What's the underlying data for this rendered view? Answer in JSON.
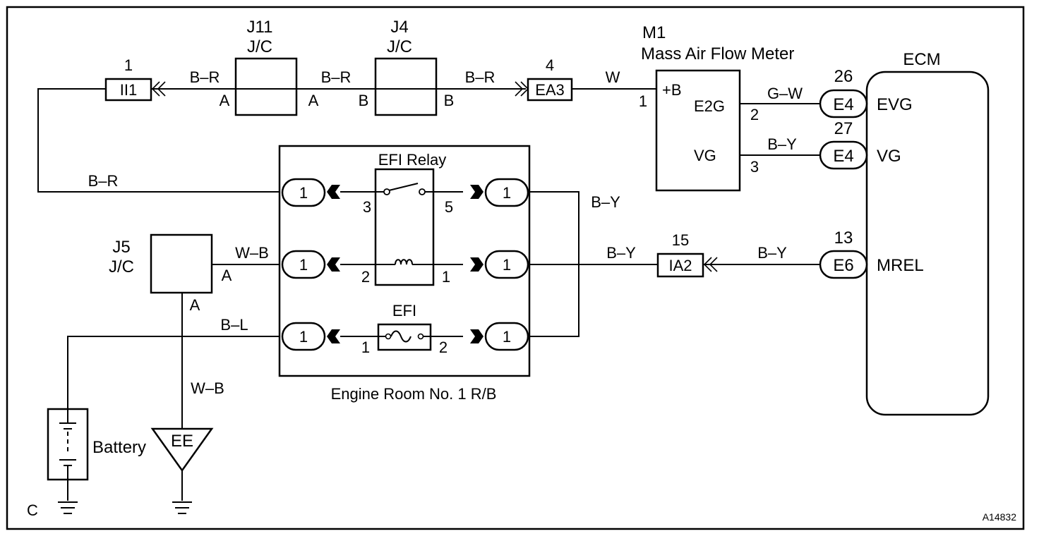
{
  "components": {
    "j11": {
      "id": "J11",
      "type": "J/C"
    },
    "j4": {
      "id": "J4",
      "type": "J/C"
    },
    "j5": {
      "id": "J5",
      "type": "J/C"
    },
    "m1": {
      "id": "M1",
      "name": "Mass Air Flow Meter"
    },
    "ecm": {
      "name": "ECM"
    },
    "relay_block": {
      "name": "Engine Room No. 1 R/B"
    },
    "efi_relay": {
      "name": "EFI Relay"
    },
    "efi_fuse": {
      "name": "EFI"
    },
    "battery": {
      "name": "Battery"
    },
    "ground_ee": {
      "name": "EE"
    }
  },
  "connectors": {
    "ii1": {
      "name": "II1",
      "pin": "1"
    },
    "ea3": {
      "name": "EA3",
      "pin": "4"
    },
    "ia2": {
      "name": "IA2",
      "pin": "15"
    },
    "e4_evg": {
      "name": "E4",
      "pin": "26",
      "signal": "EVG"
    },
    "e4_vg": {
      "name": "E4",
      "pin": "27",
      "signal": "VG"
    },
    "e6_mrel": {
      "name": "E6",
      "pin": "13",
      "signal": "MREL"
    },
    "rb_pin": "1"
  },
  "m1_terminals": {
    "plus_b": "+B",
    "e2g": "E2G",
    "vg": "VG",
    "pin1": "1",
    "pin2": "2",
    "pin3": "3"
  },
  "relay_pins": {
    "p3": "3",
    "p5": "5",
    "p2": "2",
    "p1": "1"
  },
  "fuse_pins": {
    "p1": "1",
    "p2": "2"
  },
  "jc_terminals": {
    "a": "A",
    "b": "B"
  },
  "wire_colors": {
    "b_r": "B–R",
    "w": "W",
    "g_w": "G–W",
    "b_y": "B–Y",
    "w_b": "W–B",
    "b_l": "B–L"
  },
  "corner_labels": {
    "left": "C",
    "figure_id": "A14832"
  }
}
